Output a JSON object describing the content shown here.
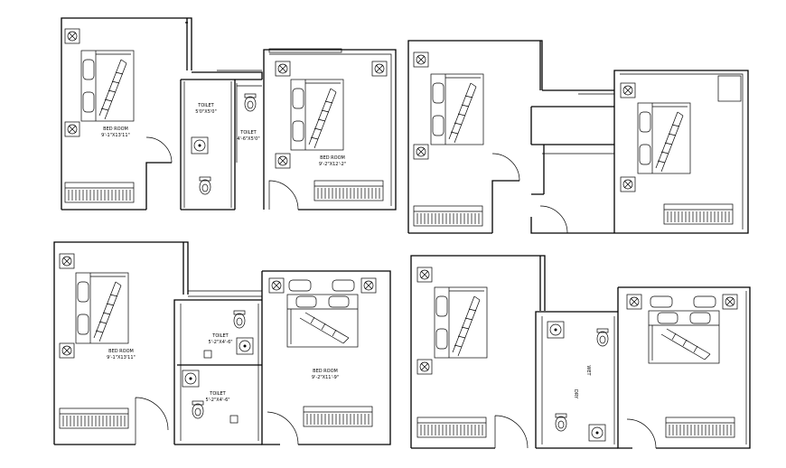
{
  "drawing": {
    "labels": {
      "p1_bedroom_left": "BED ROOM",
      "p1_bedroom_left_dim": "9'-1\"X13'11\"",
      "p1_toilet_top": "TOILET",
      "p1_toilet_top_dim": "5'0\"X5'0\"",
      "p1_toilet_mid": "TOILET",
      "p1_toilet_mid_dim": "4'-6\"X5'0\"",
      "p1_bedroom_right": "BED ROOM",
      "p1_bedroom_right_dim": "9'-2\"X12'-2\"",
      "p3_bedroom_left": "BED ROOM",
      "p3_bedroom_left_dim": "9'-1\"X13'11\"",
      "p3_toilet_top": "TOILET",
      "p3_toilet_top_dim": "5'-2\"X4'-6\"",
      "p3_toilet_bottom": "TOILET",
      "p3_toilet_bottom_dim": "5'-2\"X4'-6\"",
      "p3_bedroom_right": "BED ROOM",
      "p3_bedroom_right_dim": "9'-2\"X11'-9\"",
      "p4_dry": "DRY",
      "p4_wet": "WET"
    }
  }
}
